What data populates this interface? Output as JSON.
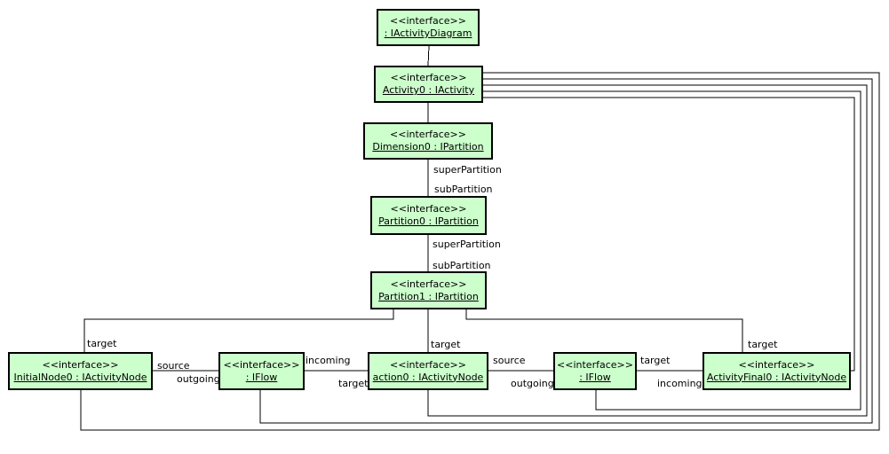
{
  "boxes": {
    "diagram": {
      "stereotype": "<<interface>>",
      "name": ": IActivityDiagram"
    },
    "activity0": {
      "stereotype": "<<interface>>",
      "name": "Activity0 : IActivity"
    },
    "dimension0": {
      "stereotype": "<<interface>>",
      "name": "Dimension0 : IPartition"
    },
    "partition0": {
      "stereotype": "<<interface>>",
      "name": "Partition0 : IPartition"
    },
    "partition1": {
      "stereotype": "<<interface>>",
      "name": "Partition1 : IPartition"
    },
    "initial": {
      "stereotype": "<<interface>>",
      "name": "InitialNode0 : IActivityNode"
    },
    "flow1": {
      "stereotype": "<<interface>>",
      "name": ": IFlow"
    },
    "action0": {
      "stereotype": "<<interface>>",
      "name": "action0 : IActivityNode"
    },
    "flow2": {
      "stereotype": "<<interface>>",
      "name": ": IFlow"
    },
    "final": {
      "stereotype": "<<interface>>",
      "name": "ActivityFinal0 : IActivityNode"
    }
  },
  "labels": {
    "super1": "superPartition",
    "sub1": "subPartition",
    "super2": "superPartition",
    "sub2": "subPartition",
    "target_initial": "target",
    "target_action": "target",
    "target_final": "target",
    "source1": "source",
    "outgoing1": "outgoing",
    "incoming1": "incoming",
    "target_flow1": "target",
    "source2": "source",
    "outgoing2": "outgoing",
    "target_flow2": "target",
    "incoming2": "incoming"
  }
}
